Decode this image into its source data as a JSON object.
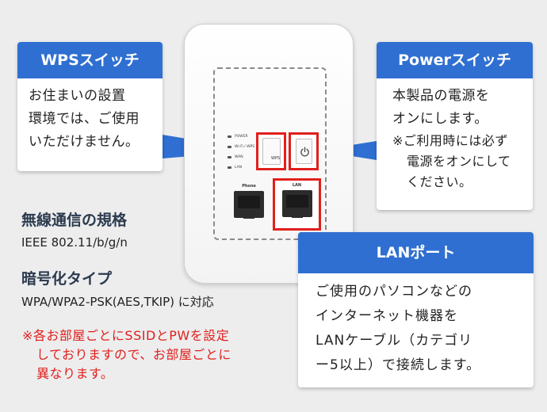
{
  "device": {
    "leds": [
      "POWER",
      "Wi-Fi / WPS",
      "WAN",
      "LAN"
    ],
    "wps_button_label": "WPS",
    "phone_port_label": "Phone",
    "lan_port_label": "LAN"
  },
  "callouts": {
    "wps": {
      "title": "WPSスイッチ",
      "lines": [
        "お住まいの設置",
        "環境では、ご使用",
        "いただけません。"
      ]
    },
    "power": {
      "title": "Powerスイッチ",
      "lines": [
        "本製品の電源を",
        "オンにします。"
      ],
      "note_lines": [
        "※ご利用時には必ず",
        "電源をオンにして",
        "ください。"
      ]
    },
    "lan": {
      "title": "LANポート",
      "lines": [
        "ご使用のパソコンなどの",
        "インターネット機器を",
        "LANケーブル（カテゴリ",
        "ー5以上）で接続します。"
      ]
    }
  },
  "specs": {
    "wireless_title": "無線通信の規格",
    "wireless_value": "IEEE 802.11/b/g/n",
    "encryption_title": "暗号化タイプ",
    "encryption_value": "WPA/WPA2-PSK(AES,TKIP) に対応"
  },
  "warning_lines": [
    "※各お部屋ごとにSSIDとPWを設定",
    "しておりますので、お部屋ごとに",
    "異なります。"
  ],
  "colors": {
    "accent_blue": "#2f6fd1",
    "highlight_red": "#e0201c",
    "background": "#ededee"
  }
}
